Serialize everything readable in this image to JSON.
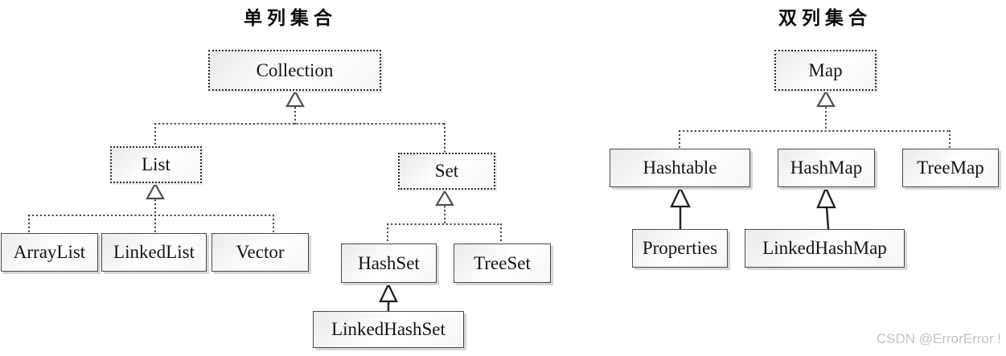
{
  "diagram": {
    "left_title": "单列集合",
    "right_title": "双列集合"
  },
  "nodes": {
    "collection": {
      "label": "Collection",
      "kind": "interface"
    },
    "list": {
      "label": "List",
      "kind": "interface"
    },
    "set": {
      "label": "Set",
      "kind": "interface"
    },
    "arraylist": {
      "label": "ArrayList",
      "kind": "class"
    },
    "linkedlist": {
      "label": "LinkedList",
      "kind": "class"
    },
    "vector": {
      "label": "Vector",
      "kind": "class"
    },
    "hashset": {
      "label": "HashSet",
      "kind": "class"
    },
    "treeset": {
      "label": "TreeSet",
      "kind": "class"
    },
    "linkedhashset": {
      "label": "LinkedHashSet",
      "kind": "class"
    },
    "map": {
      "label": "Map",
      "kind": "interface"
    },
    "hashtable": {
      "label": "Hashtable",
      "kind": "class"
    },
    "hashmap": {
      "label": "HashMap",
      "kind": "class"
    },
    "treemap": {
      "label": "TreeMap",
      "kind": "class"
    },
    "properties": {
      "label": "Properties",
      "kind": "class"
    },
    "linkedhashmap": {
      "label": "LinkedHashMap",
      "kind": "class"
    }
  },
  "edges": [
    {
      "child": "List",
      "parent": "Collection",
      "relation": "dotted-generalization"
    },
    {
      "child": "Set",
      "parent": "Collection",
      "relation": "dotted-generalization"
    },
    {
      "child": "ArrayList",
      "parent": "List",
      "relation": "dotted-generalization"
    },
    {
      "child": "LinkedList",
      "parent": "List",
      "relation": "dotted-generalization"
    },
    {
      "child": "Vector",
      "parent": "List",
      "relation": "dotted-generalization"
    },
    {
      "child": "HashSet",
      "parent": "Set",
      "relation": "dotted-generalization"
    },
    {
      "child": "TreeSet",
      "parent": "Set",
      "relation": "dotted-generalization"
    },
    {
      "child": "LinkedHashSet",
      "parent": "HashSet",
      "relation": "solid-generalization"
    },
    {
      "child": "Hashtable",
      "parent": "Map",
      "relation": "dotted-generalization"
    },
    {
      "child": "HashMap",
      "parent": "Map",
      "relation": "dotted-generalization"
    },
    {
      "child": "TreeMap",
      "parent": "Map",
      "relation": "dotted-generalization"
    },
    {
      "child": "Properties",
      "parent": "Hashtable",
      "relation": "solid-generalization"
    },
    {
      "child": "LinkedHashMap",
      "parent": "HashMap",
      "relation": "solid-generalization"
    }
  ],
  "watermark": {
    "text": "CSDN @ErrorError !",
    "color": "#c3c3c3"
  },
  "colors": {
    "background": "#ffffff",
    "box_border": "#4a4a4a",
    "dotted_border": "#2e2e2e",
    "connector": "#3a3a3a",
    "solid_arrow": "#1d1d1d",
    "text": "#141414"
  }
}
